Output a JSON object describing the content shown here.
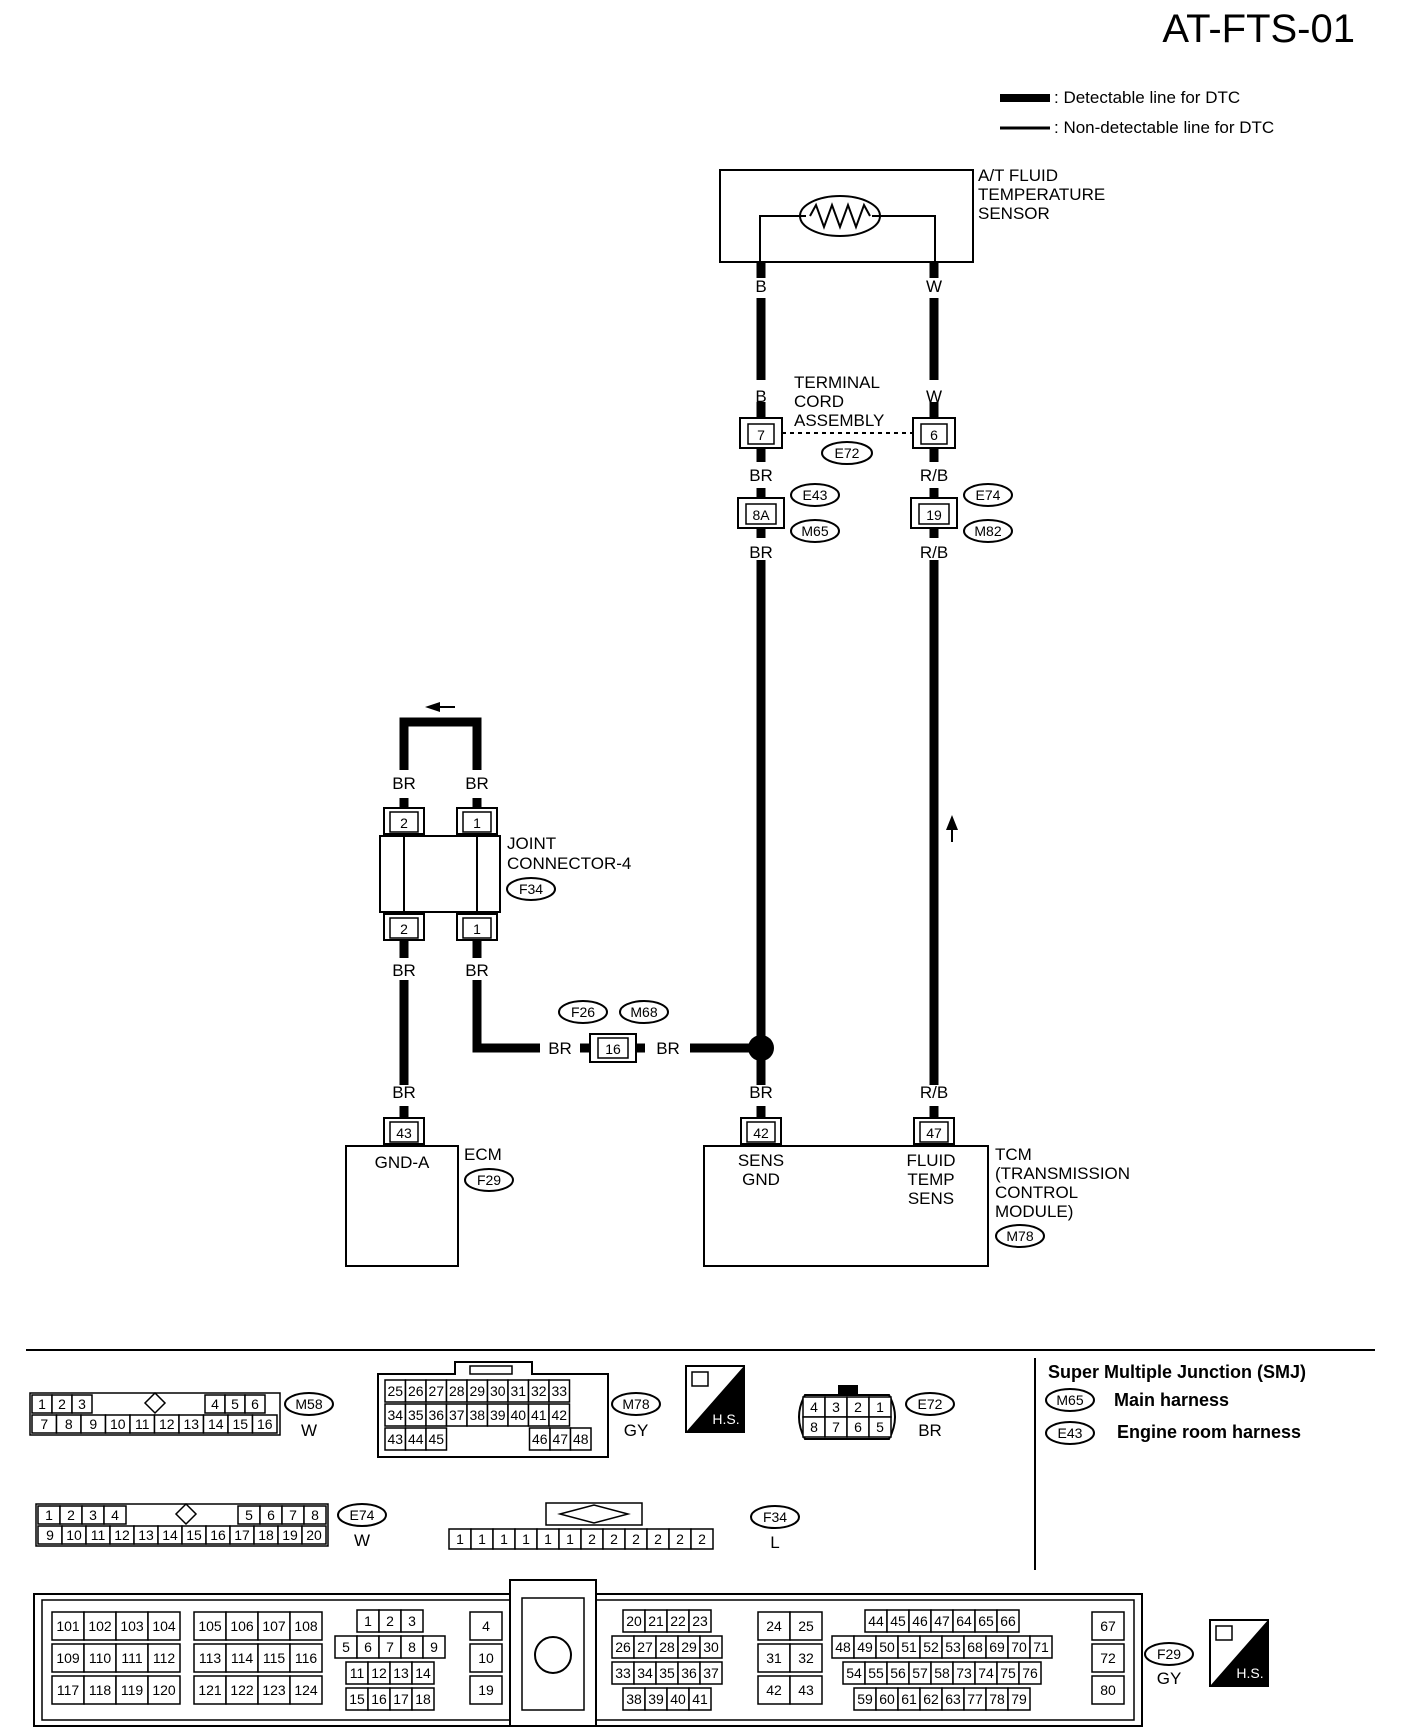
{
  "diagram_id": "AT-FTS-01",
  "legend": {
    "detectable": ": Detectable line for DTC",
    "non_detectable": ": Non-detectable line for DTC"
  },
  "sensor": {
    "name_lines": [
      "A/T FLUID",
      "TEMPERATURE",
      "SENSOR"
    ]
  },
  "wires": {
    "sensor_left": "B",
    "sensor_right": "W",
    "tc_left_top": "B",
    "tc_right_top": "W",
    "tc_left_bottom": "BR",
    "tc_right_bottom": "R/B",
    "smj_left_bottom": "BR",
    "smj_right_bottom": "R/B",
    "jc_top_left": "BR",
    "jc_top_right": "BR",
    "jc_bot_left": "BR",
    "jc_bot_right": "BR",
    "f26_left": "BR",
    "f26_right": "BR",
    "ecm_top": "BR",
    "tcm_left_top": "BR",
    "tcm_right_top": "R/B"
  },
  "terminal_cord": {
    "name_lines": [
      "TERMINAL",
      "CORD",
      "ASSEMBLY"
    ],
    "connector": "E72",
    "pin_left": "7",
    "pin_right": "6"
  },
  "smj_left": {
    "pin": "8A",
    "connectors": [
      "E43",
      "M65"
    ]
  },
  "smj_right": {
    "pin": "19",
    "connectors": [
      "E74",
      "M82"
    ]
  },
  "joint_connector": {
    "name_lines": [
      "JOINT",
      "CONNECTOR-4"
    ],
    "connector": "F34",
    "pins_top": [
      "2",
      "1"
    ],
    "pins_bottom": [
      "2",
      "1"
    ]
  },
  "f26_m68": {
    "pin": "16",
    "connectors": [
      "F26",
      "M68"
    ]
  },
  "ecm": {
    "pin": "43",
    "pin_label": "GND-A",
    "name": "ECM",
    "connector": "F29"
  },
  "tcm": {
    "pin_left": "42",
    "pin_left_label": [
      "SENS",
      "GND"
    ],
    "pin_right": "47",
    "pin_right_label": [
      "FLUID",
      "TEMP",
      "SENS"
    ],
    "name_lines": [
      "TCM",
      "(TRANSMISSION",
      "CONTROL",
      "MODULE)"
    ],
    "connector": "M78"
  },
  "smj_legend": {
    "title": "Super Multiple Junction (SMJ)",
    "items": [
      {
        "code": "M65",
        "text": "Main harness"
      },
      {
        "code": "E43",
        "text": "Engine room harness"
      }
    ]
  },
  "connector_views": {
    "m58": {
      "id": "M58",
      "color": "W",
      "row1": [
        "1",
        "2",
        "3",
        "4",
        "5",
        "6"
      ],
      "row2": [
        "7",
        "8",
        "9",
        "10",
        "11",
        "12",
        "13",
        "14",
        "15",
        "16"
      ]
    },
    "m78": {
      "id": "M78",
      "color": "GY",
      "hs": "H.S.",
      "row1": [
        "25",
        "26",
        "27",
        "28",
        "29",
        "30",
        "31",
        "32",
        "33"
      ],
      "row2": [
        "34",
        "35",
        "36",
        "37",
        "38",
        "39",
        "40",
        "41",
        "42"
      ],
      "row3": [
        "43",
        "44",
        "45",
        "46",
        "47",
        "48"
      ]
    },
    "e72": {
      "id": "E72",
      "color": "BR",
      "row1": [
        "4",
        "3",
        "2",
        "1"
      ],
      "row2": [
        "8",
        "7",
        "6",
        "5"
      ]
    },
    "e74": {
      "id": "E74",
      "color": "W",
      "row1": [
        "1",
        "2",
        "3",
        "4",
        "5",
        "6",
        "7",
        "8"
      ],
      "row2": [
        "9",
        "10",
        "11",
        "12",
        "13",
        "14",
        "15",
        "16",
        "17",
        "18",
        "19",
        "20"
      ]
    },
    "f34": {
      "id": "F34",
      "color": "L",
      "pins": [
        "1",
        "1",
        "1",
        "1",
        "1",
        "1",
        "2",
        "2",
        "2",
        "2",
        "2",
        "2"
      ]
    },
    "f29": {
      "id": "F29",
      "color": "GY",
      "hs": "H.S.",
      "groups": [
        [
          [
            "101",
            "102",
            "103",
            "104"
          ],
          [
            "109",
            "110",
            "111",
            "112"
          ],
          [
            "117",
            "118",
            "119",
            "120"
          ]
        ],
        [
          [
            "105",
            "106",
            "107",
            "108"
          ],
          [
            "113",
            "114",
            "115",
            "116"
          ],
          [
            "121",
            "122",
            "123",
            "124"
          ]
        ],
        [
          [
            "1",
            "2",
            "3"
          ],
          [
            "5",
            "6",
            "7",
            "8",
            "9"
          ],
          [
            "11",
            "12",
            "13",
            "14"
          ],
          [
            "15",
            "16",
            "17",
            "18"
          ]
        ],
        [
          [
            "4"
          ],
          [
            "10"
          ],
          [
            "19"
          ]
        ],
        [
          [
            "20",
            "21",
            "22",
            "23"
          ],
          [
            "26",
            "27",
            "28",
            "29",
            "30"
          ],
          [
            "33",
            "34",
            "35",
            "36",
            "37"
          ],
          [
            "38",
            "39",
            "40",
            "41"
          ]
        ],
        [
          [
            "24",
            "25"
          ],
          [
            "31",
            "32"
          ],
          [
            "42",
            "43"
          ]
        ],
        [
          [
            "44",
            "45",
            "46",
            "47",
            "64",
            "65",
            "66"
          ],
          [
            "48",
            "49",
            "50",
            "51",
            "52",
            "53",
            "68",
            "69",
            "70",
            "71"
          ],
          [
            "54",
            "55",
            "56",
            "57",
            "58",
            "73",
            "74",
            "75",
            "76"
          ],
          [
            "59",
            "60",
            "61",
            "62",
            "63",
            "77",
            "78",
            "79"
          ]
        ],
        [
          [
            "67"
          ],
          [
            "72"
          ],
          [
            "80"
          ]
        ]
      ]
    }
  }
}
